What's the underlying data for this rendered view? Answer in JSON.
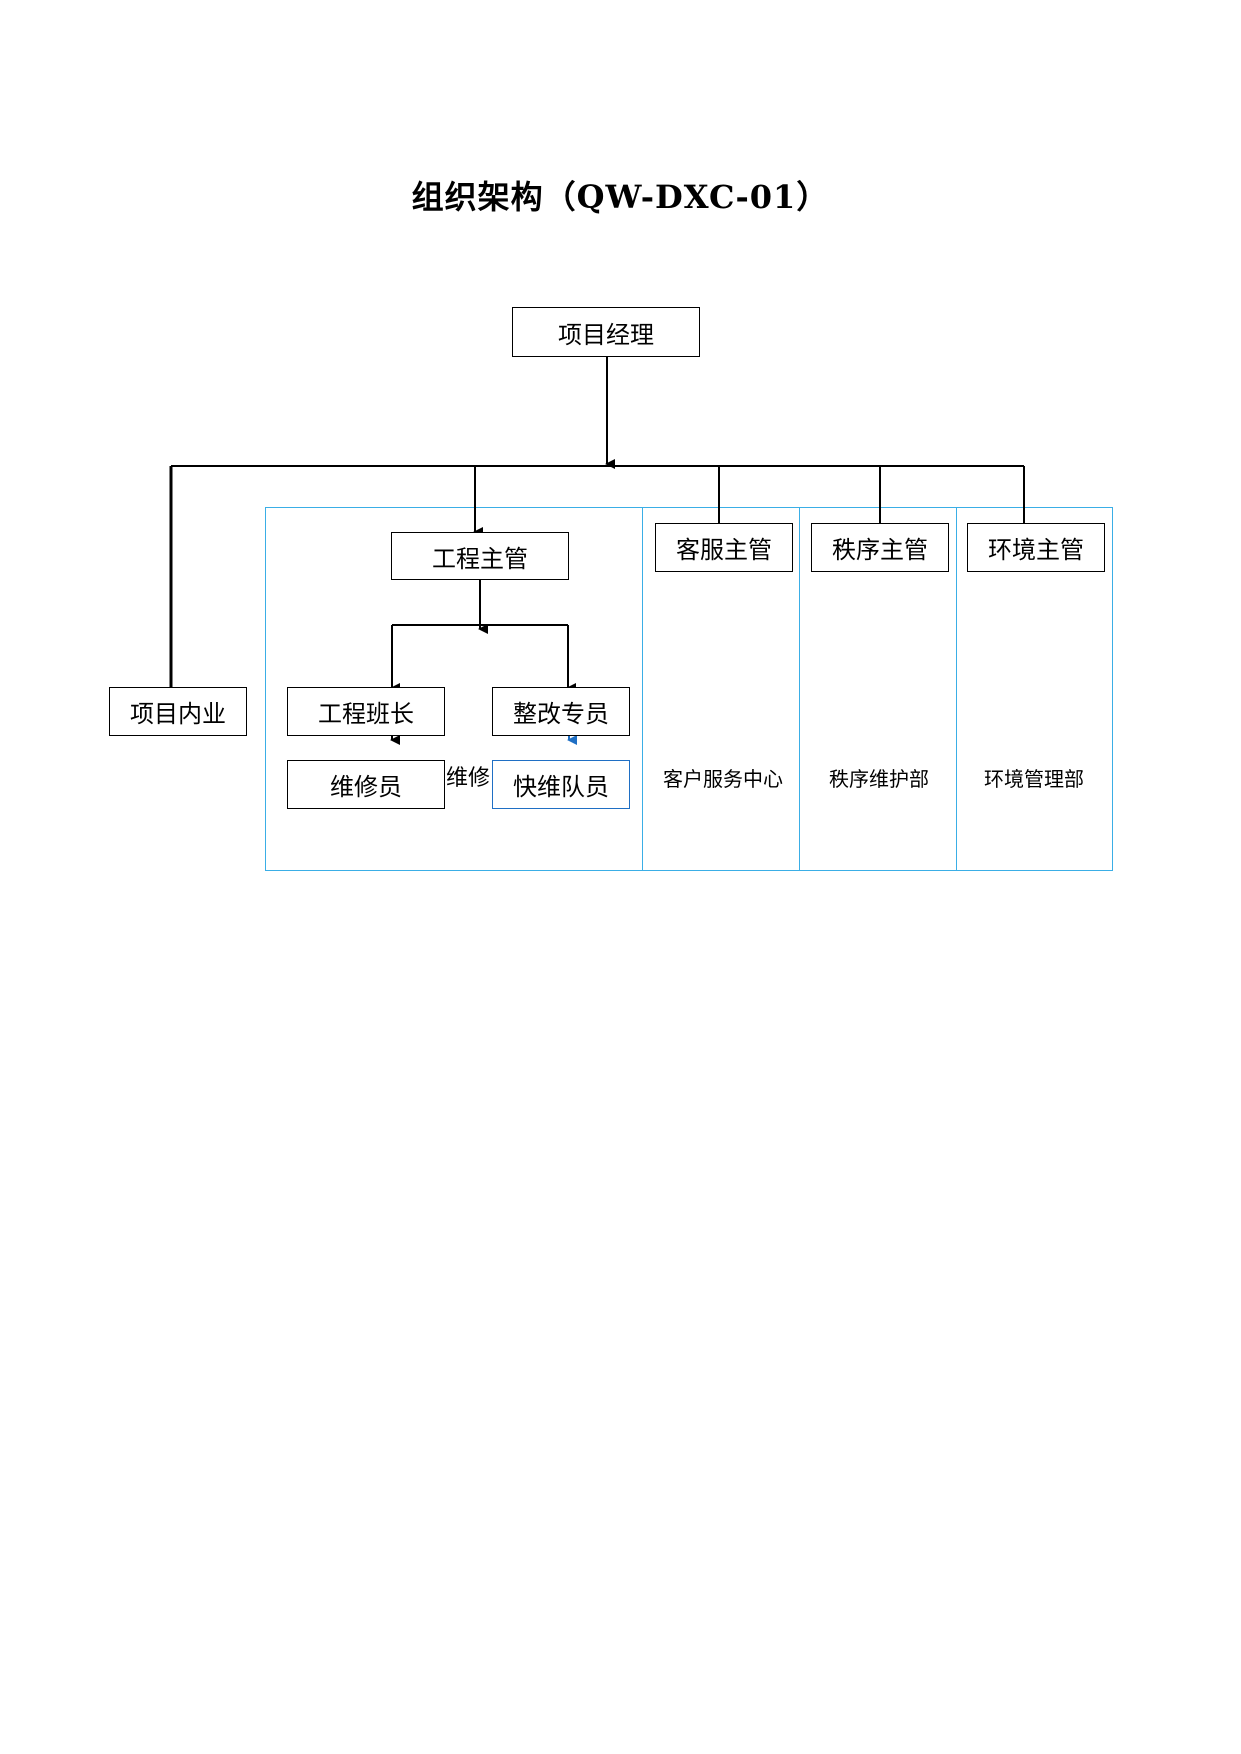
{
  "title": "组织架构（QW-DXC-01）",
  "nodes": {
    "project_manager": "项目经理",
    "project_internal": "项目内业",
    "engineering_supervisor": "工程主管",
    "customer_service_supervisor": "客服主管",
    "order_supervisor": "秩序主管",
    "environment_supervisor": "环境主管",
    "engineering_team_leader": "工程班长",
    "rectification_specialist": "整改专员",
    "maintenance_worker": "维修员",
    "quick_repair_member": "快维队员"
  },
  "labels": {
    "maintenance_side": "维修",
    "customer_service_center": "客户服务中心",
    "order_maintenance_dept": "秩序维护部",
    "environment_management_dept": "环境管理部"
  },
  "colors": {
    "panel_border": "#3aaee6",
    "quick_repair_border": "#1f6fc4",
    "connector": "#000000"
  }
}
